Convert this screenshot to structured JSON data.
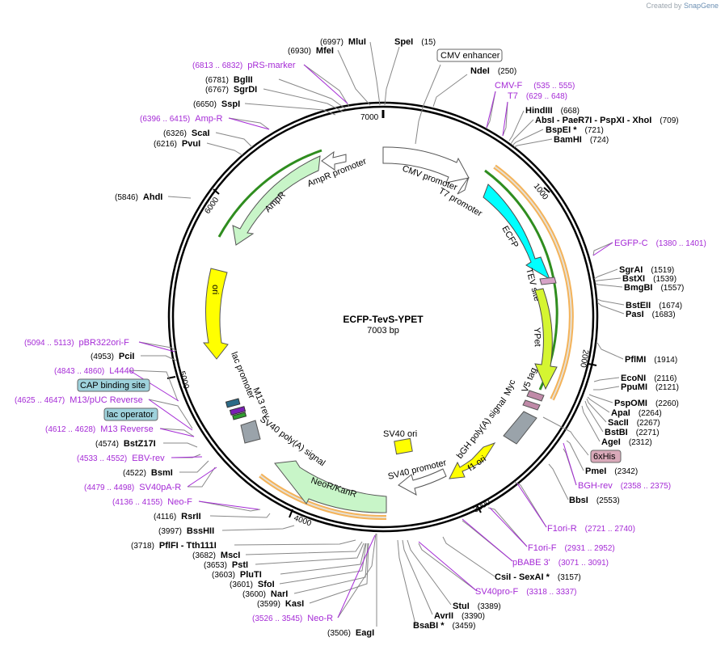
{
  "app": {
    "credit_prefix": "Created by",
    "credit_brand": "SnapGene"
  },
  "plasmid": {
    "name": "ECFP-TevS-YPET",
    "length": "7003 bp"
  },
  "ticks": [
    "1000",
    "2000",
    "3000",
    "4000",
    "5000",
    "6000",
    "7000"
  ],
  "features": [
    {
      "label": "CMV promoter",
      "color": "#ffffff"
    },
    {
      "label": "T7 promoter",
      "color": "#ffffff"
    },
    {
      "label": "ECFP",
      "color": "#00ffff"
    },
    {
      "label": "TEV site",
      "color": "#d7a3c7"
    },
    {
      "label": "YPet",
      "color": "#d5f531"
    },
    {
      "label": "Myc",
      "color": "#d7a3c7"
    },
    {
      "label": "V5 tag",
      "color": "#d7a3c7"
    },
    {
      "label": "bGH poly(A) signal",
      "color": "#9aa3aa"
    },
    {
      "label": "f1 ori",
      "color": "#ffff00"
    },
    {
      "label": "SV40 promoter",
      "color": "#ffffff"
    },
    {
      "label": "SV40 ori",
      "color": "#ffff00"
    },
    {
      "label": "NeoR/KanR",
      "color": "#c8f5c8"
    },
    {
      "label": "SV40 poly(A) signal",
      "color": "#9aa3aa"
    },
    {
      "label": "M13 rev",
      "color": "#ffffff"
    },
    {
      "label": "lac promoter",
      "color": "#ffffff"
    },
    {
      "label": "ori",
      "color": "#ffff00"
    },
    {
      "label": "AmpR",
      "color": "#c8f5c8"
    },
    {
      "label": "AmpR promoter",
      "color": "#ffffff"
    }
  ],
  "boxed": [
    {
      "label": "CMV enhancer",
      "fill": "#ffffff"
    },
    {
      "label": "6xHis",
      "fill": "#d9a9b9"
    },
    {
      "label": "CAP binding site",
      "fill": "#9ed2dc"
    },
    {
      "label": "lac operator",
      "fill": "#9ed2dc"
    }
  ],
  "sites_left": [
    {
      "pos": "(6997)",
      "name": "MluI"
    },
    {
      "pos": "(6930)",
      "name": "MfeI"
    },
    {
      "range": "(6813 .. 6832)",
      "primer": "pRS-marker"
    },
    {
      "pos": "(6781)",
      "name": "BglII"
    },
    {
      "pos": "(6767)",
      "name": "SgrDI"
    },
    {
      "pos": "(6650)",
      "name": "SspI"
    },
    {
      "range": "(6396 .. 6415)",
      "primer": "Amp-R"
    },
    {
      "pos": "(6326)",
      "name": "ScaI"
    },
    {
      "pos": "(6216)",
      "name": "PvuI"
    },
    {
      "pos": "(5846)",
      "name": "AhdI"
    },
    {
      "range": "(5094 .. 5113)",
      "primer": "pBR322ori-F"
    },
    {
      "pos": "(4953)",
      "name": "PciI"
    },
    {
      "range": "(4843 .. 4860)",
      "primer": "L4440"
    },
    {
      "range": "(4625 .. 4647)",
      "primer": "M13/pUC Reverse"
    },
    {
      "range": "(4612 .. 4628)",
      "primer": "M13 Reverse"
    },
    {
      "pos": "(4574)",
      "name": "BstZ17I"
    },
    {
      "range": "(4533 .. 4552)",
      "primer": "EBV-rev"
    },
    {
      "pos": "(4522)",
      "name": "BsmI"
    },
    {
      "range": "(4479 .. 4498)",
      "primer": "SV40pA-R"
    },
    {
      "range": "(4136 .. 4155)",
      "primer": "Neo-F"
    },
    {
      "pos": "(4116)",
      "name": "RsrII"
    },
    {
      "pos": "(3997)",
      "name": "BssHII"
    },
    {
      "pos": "(3718)",
      "name": "PflFI - Tth111I"
    },
    {
      "pos": "(3682)",
      "name": "MscI"
    },
    {
      "pos": "(3653)",
      "name": "PstI"
    },
    {
      "pos": "(3603)",
      "name": "PluTI"
    },
    {
      "pos": "(3601)",
      "name": "SfoI"
    },
    {
      "pos": "(3600)",
      "name": "NarI"
    },
    {
      "pos": "(3599)",
      "name": "KasI"
    },
    {
      "range": "(3526 .. 3545)",
      "primer": "Neo-R"
    },
    {
      "pos": "(3506)",
      "name": "EagI"
    }
  ],
  "sites_right": [
    {
      "name": "SpeI",
      "pos": "(15)"
    },
    {
      "name": "NdeI",
      "pos": "(250)"
    },
    {
      "primer": "CMV-F",
      "range": "(535 .. 555)"
    },
    {
      "primer": "T7",
      "range": "(629 .. 648)"
    },
    {
      "name": "HindIII",
      "pos": "(668)"
    },
    {
      "name": "AbsI - PaeR7I - PspXI - XhoI",
      "pos": "(709)"
    },
    {
      "name": "BspEI *",
      "pos": "(721)"
    },
    {
      "name": "BamHI",
      "pos": "(724)"
    },
    {
      "primer": "EGFP-C",
      "range": "(1380 .. 1401)"
    },
    {
      "name": "SgrAI",
      "pos": "(1519)"
    },
    {
      "name": "BstXI",
      "pos": "(1539)"
    },
    {
      "name": "BmgBI",
      "pos": "(1557)"
    },
    {
      "name": "BstEII",
      "pos": "(1674)"
    },
    {
      "name": "PasI",
      "pos": "(1683)"
    },
    {
      "name": "PflMI",
      "pos": "(1914)"
    },
    {
      "name": "EcoNI",
      "pos": "(2116)"
    },
    {
      "name": "PpuMI",
      "pos": "(2121)"
    },
    {
      "name": "PspOMI",
      "pos": "(2260)"
    },
    {
      "name": "ApaI",
      "pos": "(2264)"
    },
    {
      "name": "SacII",
      "pos": "(2267)"
    },
    {
      "name": "BstBI",
      "pos": "(2271)"
    },
    {
      "name": "AgeI",
      "pos": "(2312)"
    },
    {
      "name": "PmeI",
      "pos": "(2342)"
    },
    {
      "primer": "BGH-rev",
      "range": "(2358 .. 2375)"
    },
    {
      "name": "BbsI",
      "pos": "(2553)"
    },
    {
      "primer": "F1ori-R",
      "range": "(2721 .. 2740)"
    },
    {
      "primer": "F1ori-F",
      "range": "(2931 .. 2952)"
    },
    {
      "primer": "pBABE 3'",
      "range": "(3071 .. 3091)"
    },
    {
      "name": "CsiI - SexAI *",
      "pos": "(3157)"
    },
    {
      "primer": "SV40pro-F",
      "range": "(3318 .. 3337)"
    },
    {
      "name": "StuI",
      "pos": "(3389)"
    },
    {
      "name": "AvrII",
      "pos": "(3390)"
    },
    {
      "name": "BsaBI *",
      "pos": "(3459)"
    }
  ]
}
